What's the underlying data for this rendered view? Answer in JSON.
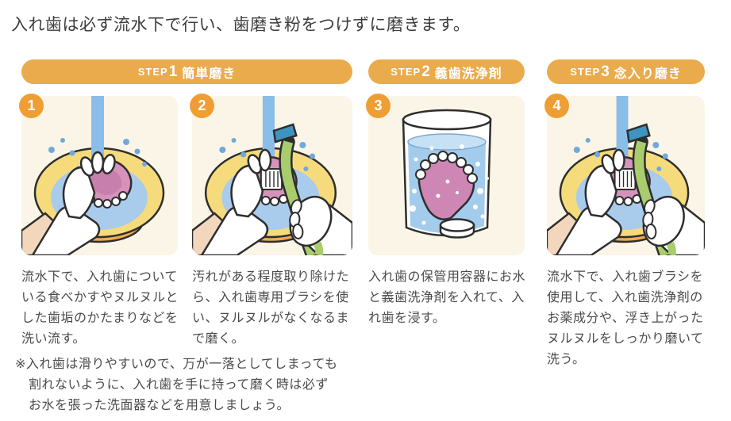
{
  "page": {
    "title": "入れ歯は必ず流水下で行い、歯磨き粉をつけずに磨きます。"
  },
  "steps": [
    {
      "step_label": "STEP",
      "step_number": "1",
      "step_title": "簡単磨き"
    },
    {
      "step_label": "STEP",
      "step_number": "2",
      "step_title": "義歯洗浄剤"
    },
    {
      "step_label": "STEP",
      "step_number": "3",
      "step_title": "念入り磨き"
    }
  ],
  "panels": [
    {
      "number": "1",
      "illustration": "hand-rinsing-denture-under-running-water-over-basin",
      "caption": "流水下で、入れ歯についている食べかすやヌルヌルとした歯垢のかたまりなどを洗い流す。"
    },
    {
      "number": "2",
      "illustration": "brushing-denture-with-denture-brush-under-running-water",
      "caption": "汚れがある程度取り除けたら、入れ歯専用ブラシを使い、ヌルヌルがなくなるまで磨く。"
    },
    {
      "number": "3",
      "illustration": "denture-soaking-in-container-with-cleanser-tablet",
      "caption": "入れ歯の保管用容器にお水と義歯洗浄剤を入れて、入れ歯を浸す。"
    },
    {
      "number": "4",
      "illustration": "brushing-denture-with-denture-brush-under-running-water",
      "caption": "流水下で、入れ歯ブラシを使用して、入れ歯洗浄剤のお薬成分や、浮き上がったヌルヌルをしっかり磨いて洗う。"
    }
  ],
  "footnote": "※入れ歯は滑りやすいので、万が一落としてしまっても\n割れないように、入れ歯を手に持って磨く時は必ず\nお水を張った洗面器などを用意しましょう。",
  "colors": {
    "banner_orange": "#E9AB4C",
    "badge_orange": "#EF9E33",
    "panel_background": "#FAF5E6",
    "outline_dark": "#2e2e2e",
    "water_blue": "#A9CBEC",
    "stream_blue": "#8ABDE8",
    "splash_blue": "#6FA9DD",
    "basin_yellow": "#F6DB7C",
    "basin_base_orange": "#F0AB51",
    "denture_pink": "#D792BB",
    "brush_green": "#A9CC6D",
    "brush_head_teal": "#3F93C1",
    "skin_tone": "#F2D7BC",
    "text_dark": "#4b4b4b"
  }
}
